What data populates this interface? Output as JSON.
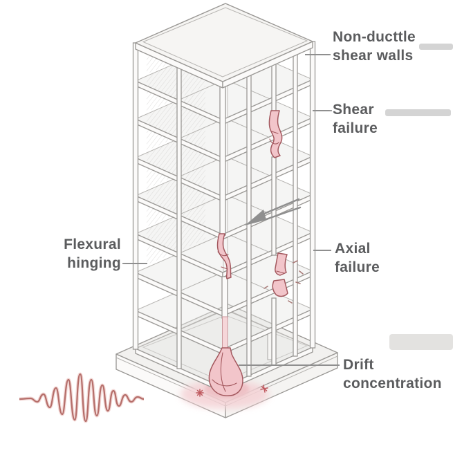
{
  "figure": {
    "kind": "isometric-building-failure-diagram",
    "background": "#ffffff"
  },
  "callouts": {
    "non_ductile_shear_walls": {
      "line1": "Non-ducttle",
      "line2": "shear walls",
      "side": "right"
    },
    "shear_failure": {
      "line1": "Shear",
      "line2": "failure",
      "side": "right"
    },
    "flexural_hinging": {
      "line1": "Flexural",
      "line2": "hinging",
      "side": "left"
    },
    "axial_failure": {
      "line1": "Axial",
      "line2": "failure",
      "side": "right"
    },
    "drift_concentration": {
      "line1": "Drift",
      "line2": "concentration",
      "side": "right"
    }
  },
  "icons": {
    "ground_motion": "seismic-wave-icon",
    "load_direction": "seismic-load-arrow-icon"
  },
  "colors": {
    "label_text": "#5b5c5e",
    "structure_line": "#9a9895",
    "structure_line_light": "#b6b4b1",
    "damage_fill": "#f2c5ca",
    "damage_stroke": "#a3585e",
    "wave_stroke": "#b56e6a",
    "arrow": "#8f8f8f",
    "leader": "#8f8f8f",
    "bar": "#cfcfcf"
  }
}
